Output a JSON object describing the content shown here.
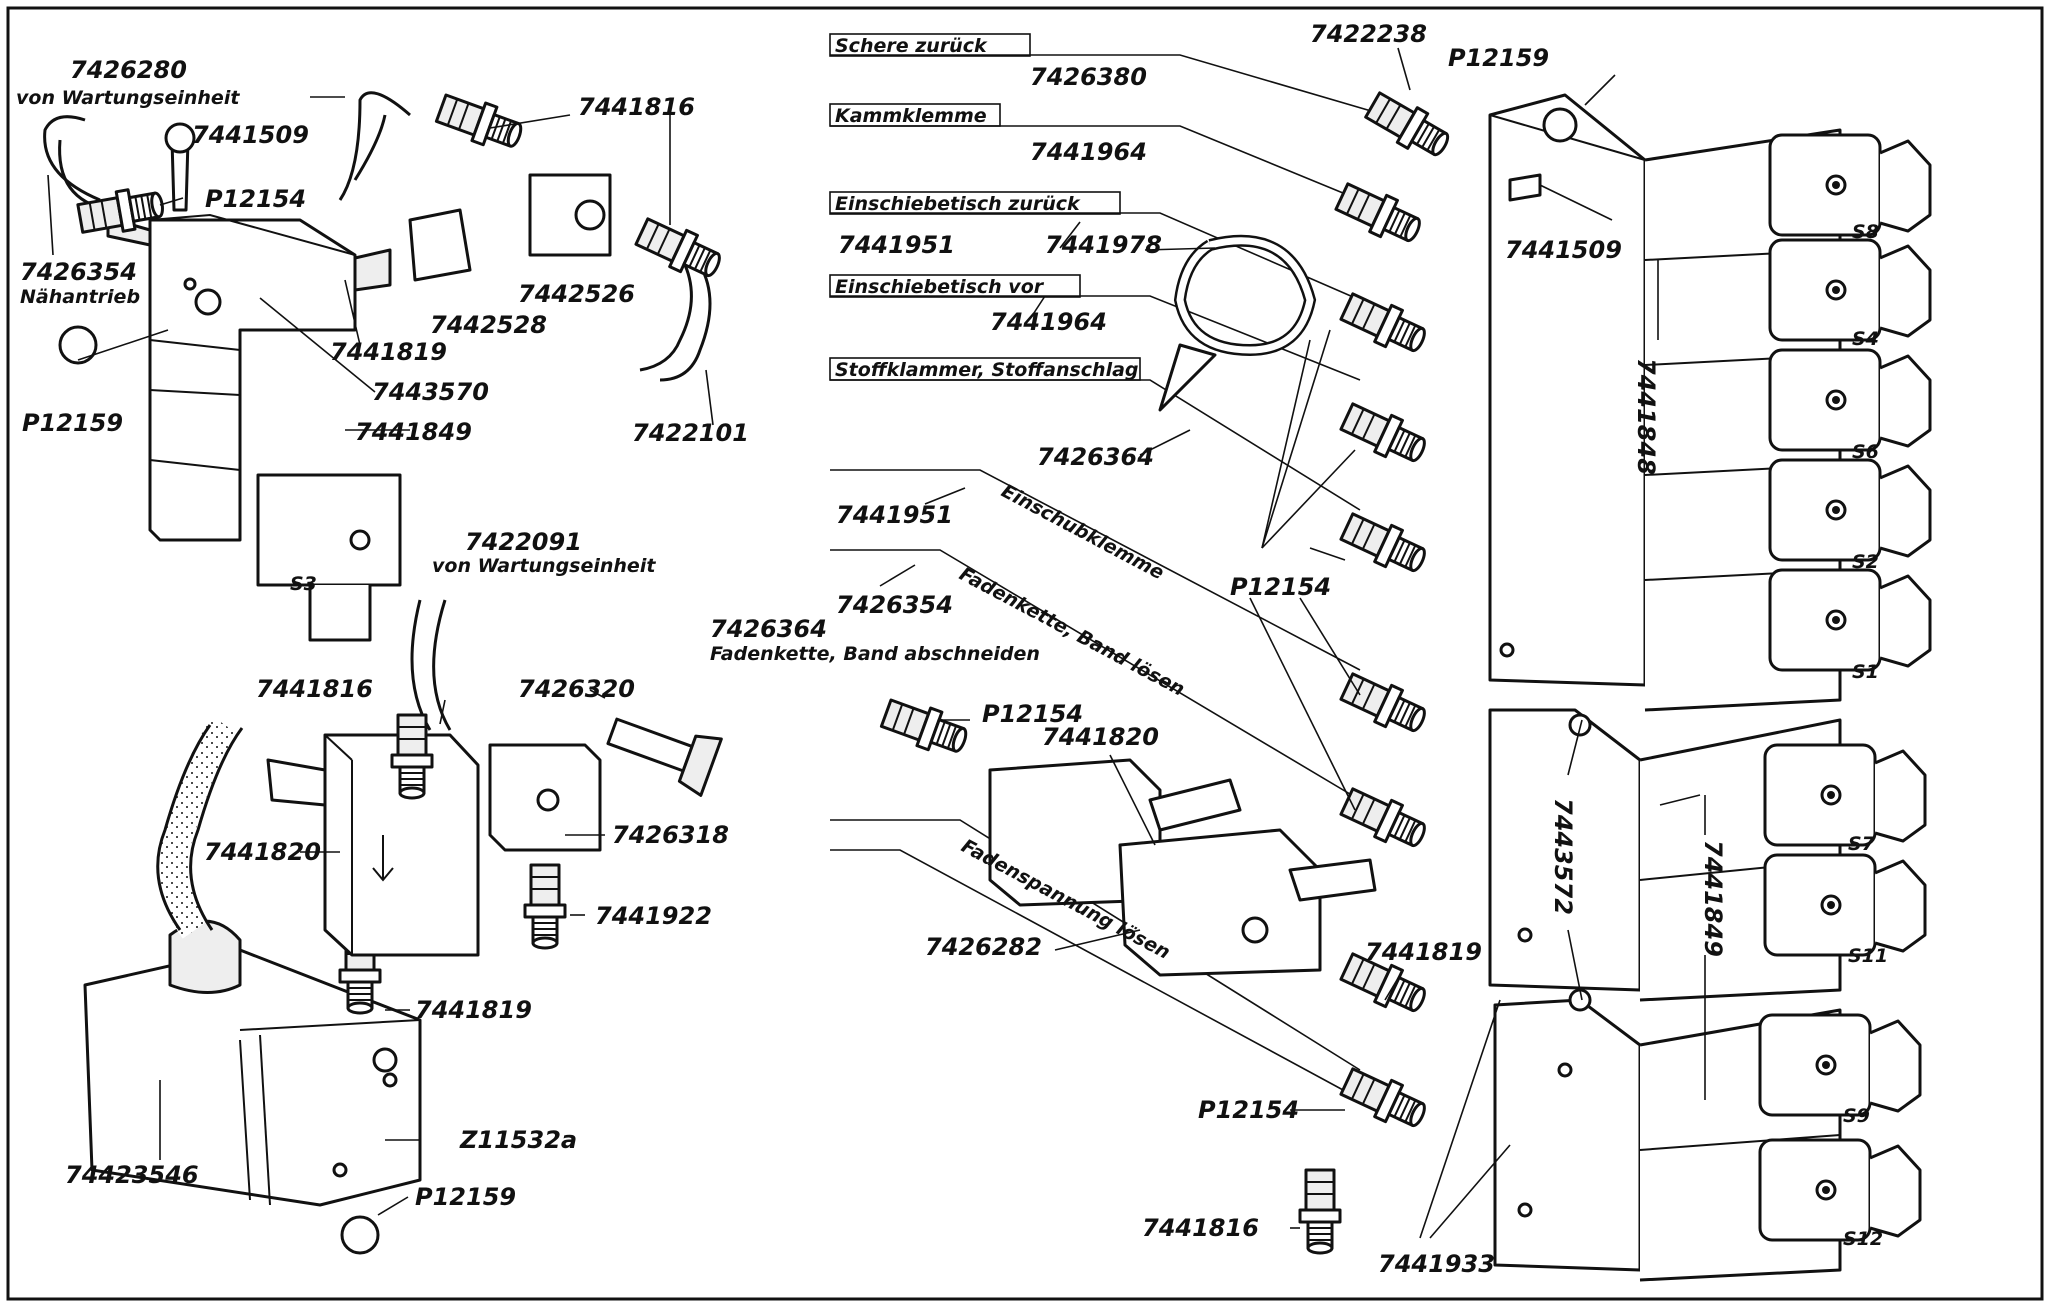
{
  "labels": {
    "p7426280": "7426280",
    "von_wartungseinheit_1": "von Wartungseinheit",
    "p7441509_a": "7441509",
    "p7441816_a": "7441816",
    "p12154_a": "P12154",
    "p7426354_a": "7426354",
    "naehantrieb": "Nähantrieb",
    "p7442526": "7442526",
    "p7442528": "7442528",
    "p7441819_a": "7441819",
    "p7443570": "7443570",
    "p12159_a": "P12159",
    "p7441849_a": "7441849",
    "p7422101": "7422101",
    "s3": "S3",
    "p7422091": "7422091",
    "von_wartungseinheit_2": "von Wartungseinheit",
    "p7441816_b": "7441816",
    "p7426320": "7426320",
    "p7441820_a": "7441820",
    "p7426318": "7426318",
    "p7441922": "7441922",
    "p7441819_b": "7441819",
    "p74423546": "74423546",
    "z11532a": "Z11532a",
    "p12159_b": "P12159",
    "schere_zurueck": "Schere zurück",
    "p7426380": "7426380",
    "p7422238": "7422238",
    "kammklemme": "Kammklemme",
    "p7441964_a": "7441964",
    "einschiebetisch_zurueck": "Einschiebetisch zurück",
    "p7441951_a": "7441951",
    "p7441978": "7441978",
    "einschiebetisch_vor": "Einschiebetisch vor",
    "p7441964_b": "7441964",
    "stoffklammer": "Stoffklammer, Stoffanschlag",
    "p7426364_a": "7426364",
    "p7441951_b": "7441951",
    "einschubklemme": "Einschubklemme",
    "p7426354_b": "7426354",
    "fadenkette_band_loesen": "Fadenkette, Band lösen",
    "p7426364_b": "7426364",
    "fadenkette_band_abschneiden": "Fadenkette, Band abschneiden",
    "p12154_b": "P12154",
    "p7441820_b": "7441820",
    "p12154_c": "P12154",
    "p7426282": "7426282",
    "fadenspannung_loesen": "Fadenspannung lösen",
    "p7441819_c": "7441819",
    "p12154_d": "P12154",
    "p7441816_c": "7441816",
    "p7441933": "7441933",
    "p12159_c": "P12159",
    "p7441509_b": "7441509",
    "p7441848": "7441848",
    "p7443572": "7443572",
    "p7441849_b": "7441849",
    "s8": "S8",
    "s4": "S4",
    "s6": "S6",
    "s2": "S2",
    "s1": "S1",
    "s7": "S7",
    "s11": "S11",
    "s9": "S9",
    "s12": "S12"
  }
}
